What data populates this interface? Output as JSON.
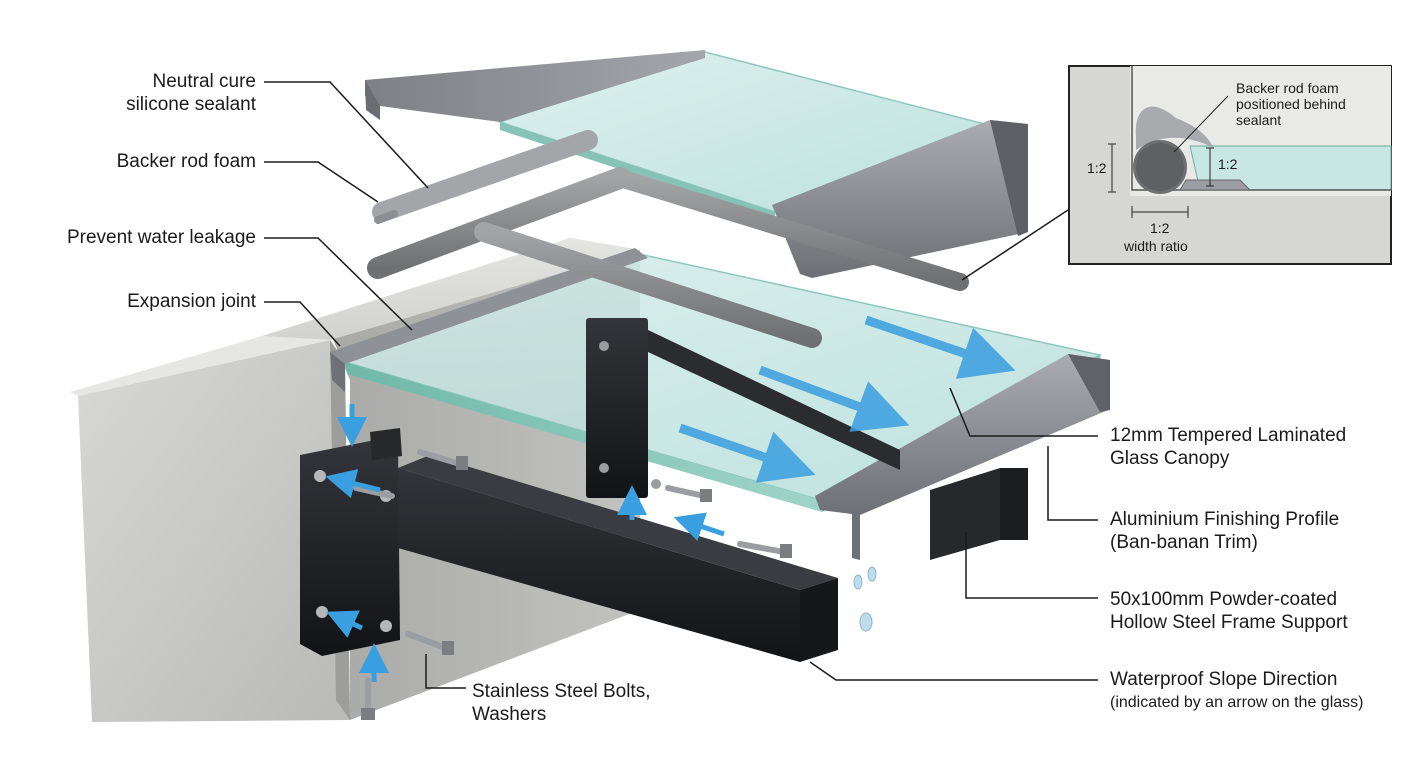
{
  "labels": {
    "silicone_1": "Neutral cure",
    "silicone_2": "silicone sealant",
    "backer_rod": "Backer rod foam",
    "water_leak": "Prevent water leakage",
    "expansion": "Expansion joint",
    "glass_1": "12mm Tempered Laminated",
    "glass_2": "Glass Canopy",
    "alu_1": "Aluminium Finishing Profile",
    "alu_2": "(Ban-banan Trim)",
    "steel_1": "50x100mm Powder-coated",
    "steel_2": "Hollow Steel Frame Support",
    "slope_1": "Waterproof Slope Direction",
    "slope_2": "(indicated by an arrow on the glass)",
    "bolts_1": "Stainless Steel Bolts,",
    "bolts_2": "Washers"
  },
  "inset": {
    "note_1": "Backer rod foam",
    "note_2": "positioned behind",
    "note_3": "sealant",
    "ratio_left": "1:2",
    "ratio_right": "1:2",
    "ratio_bottom": "1:2",
    "width_ratio": "width ratio"
  },
  "colors": {
    "concrete": "#c9c9c7",
    "glass": "#bfe3de",
    "aluminium": "#8a8d91",
    "steel": "#1e1f22",
    "foam": "#8f9092",
    "arrow": "#3a9fe0",
    "leader": "#1a1a1a"
  }
}
